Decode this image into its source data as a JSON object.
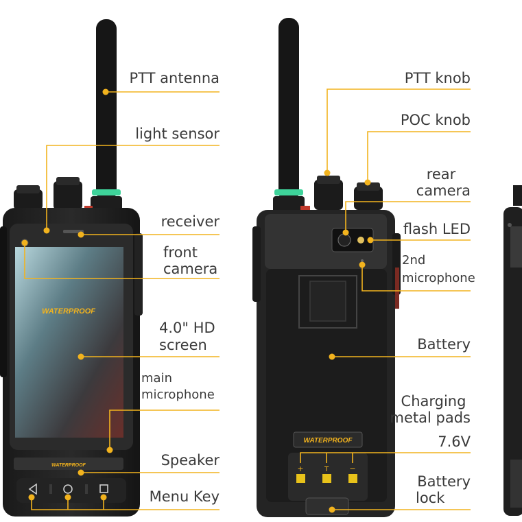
{
  "accent_color": "#f2b31e",
  "labels": {
    "ptt_antenna": "PTT antenna",
    "light_sensor": "light sensor",
    "receiver": "receiver",
    "front_camera_1": "front",
    "front_camera_2": "camera",
    "hd_screen_1": "4.0\" HD",
    "hd_screen_2": "screen",
    "main_mic_1": "main",
    "main_mic_2": "microphone",
    "speaker": "Speaker",
    "menu_key": "Menu Key",
    "ptt_knob": "PTT knob",
    "poc_knob": "POC knob",
    "rear_camera_1": "rear",
    "rear_camera_2": "camera",
    "flash_led": "flash LED",
    "second_mic_1": "2nd",
    "second_mic_2": "microphone",
    "battery": "Battery",
    "charging_pads_1": "Charging",
    "charging_pads_2": "metal pads",
    "voltage": "7.6V",
    "battery_lock_1": "Battery",
    "battery_lock_2": "lock"
  },
  "device": {
    "front_brand": "WATERPROOF",
    "front_bar_brand": "WATERPROOF",
    "back_brand": "WATERPROOF",
    "pad_plus": "+",
    "pad_t": "T",
    "pad_minus": "−"
  }
}
